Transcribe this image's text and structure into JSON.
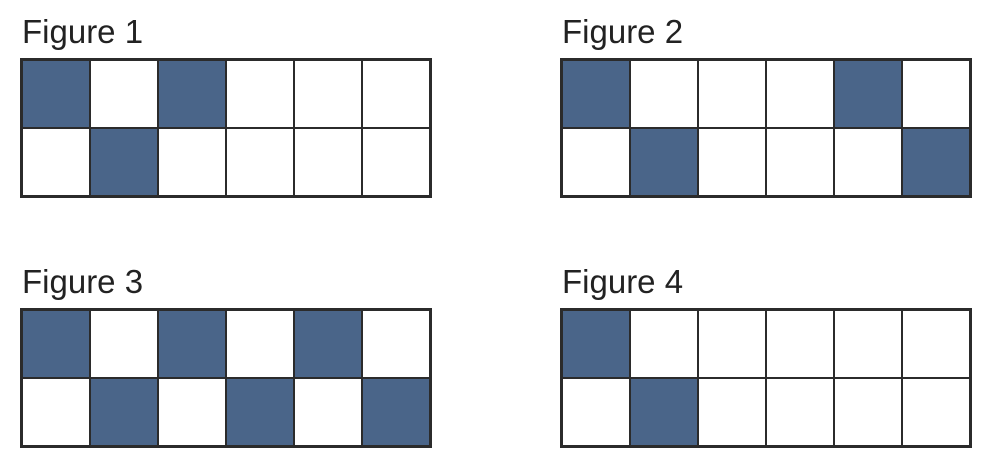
{
  "colors": {
    "shaded": "#4a6589",
    "empty": "#ffffff",
    "border": "#2b2b2b"
  },
  "figures": [
    {
      "title": "Figure 1",
      "rows": [
        [
          1,
          0,
          1,
          0,
          0,
          0
        ],
        [
          0,
          1,
          0,
          0,
          0,
          0
        ]
      ]
    },
    {
      "title": "Figure 2",
      "rows": [
        [
          1,
          0,
          0,
          0,
          1,
          0
        ],
        [
          0,
          1,
          0,
          0,
          0,
          1
        ]
      ]
    },
    {
      "title": "Figure 3",
      "rows": [
        [
          1,
          0,
          1,
          0,
          1,
          0
        ],
        [
          0,
          1,
          0,
          1,
          0,
          1
        ]
      ]
    },
    {
      "title": "Figure 4",
      "rows": [
        [
          1,
          0,
          0,
          0,
          0,
          0
        ],
        [
          0,
          1,
          0,
          0,
          0,
          0
        ]
      ]
    }
  ]
}
